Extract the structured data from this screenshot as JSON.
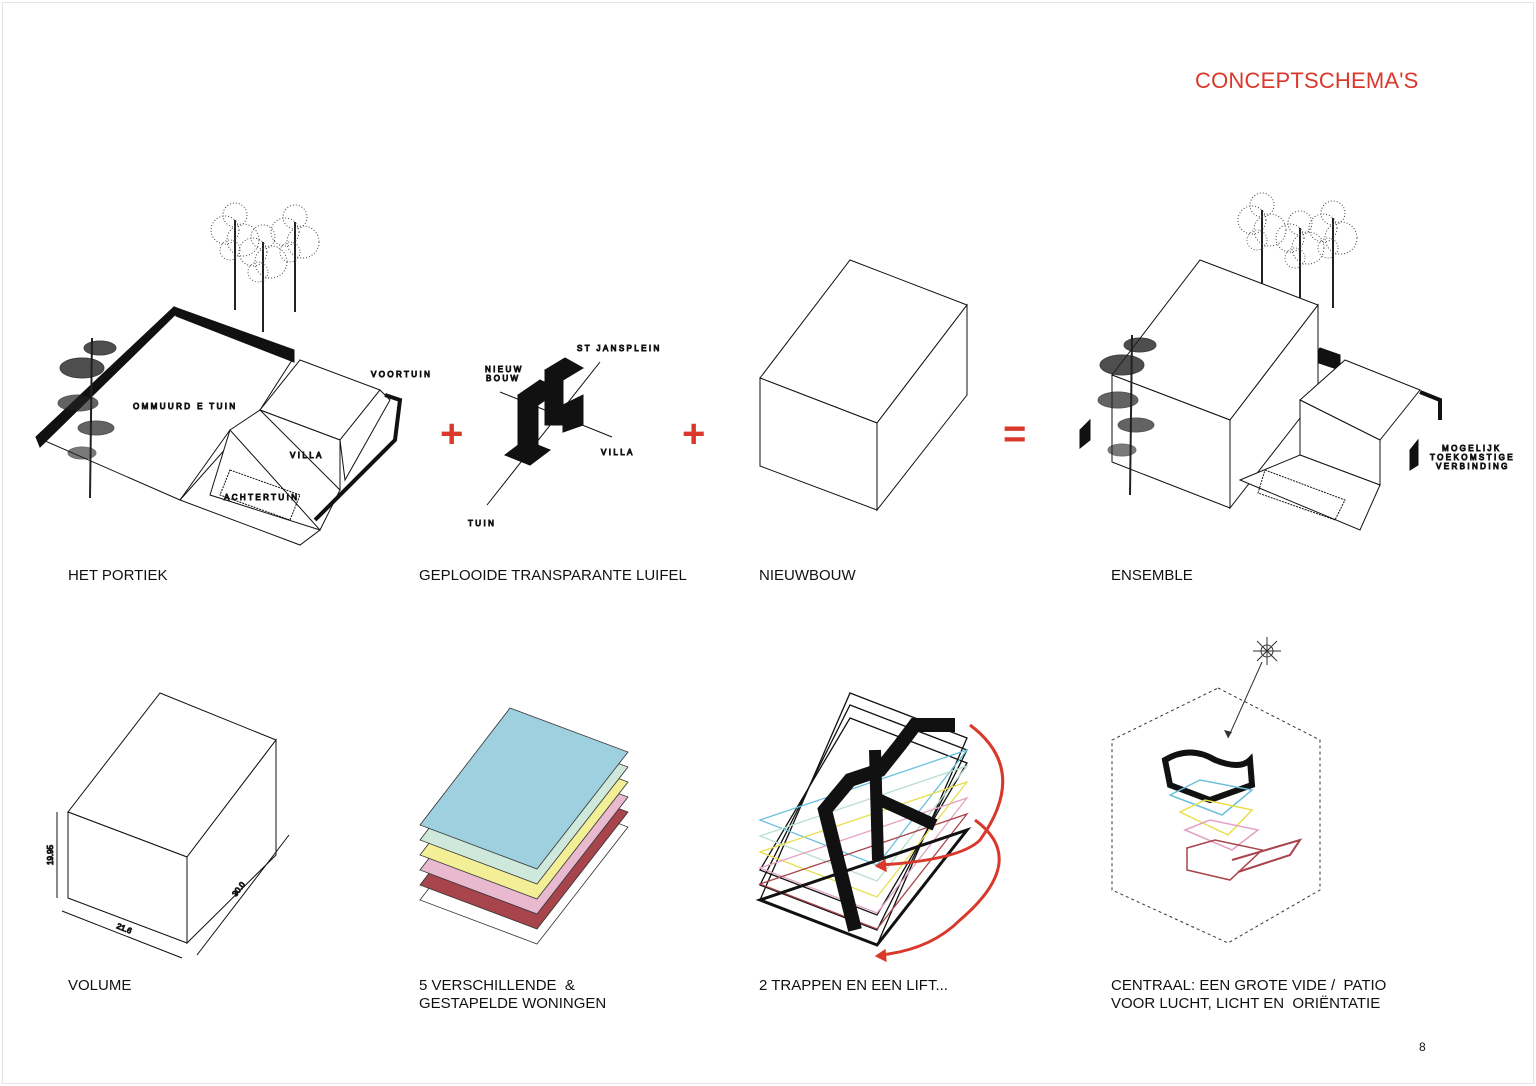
{
  "page": {
    "title": "CONCEPTSCHEMA'S",
    "page_number": "8"
  },
  "colors": {
    "accent": "#d9382b",
    "blue": "#9fd0e0",
    "green": "#cfe8dc",
    "yellow": "#f3ef96",
    "pink": "#e8b9cf",
    "darkred": "#a8444b"
  },
  "operators": {
    "plus1": "+",
    "plus2": "+",
    "equals": "="
  },
  "row1": {
    "portiek": {
      "caption": "HET PORTIEK",
      "labels": {
        "ommuurde_tuin": "OMMUURD E  TUIN",
        "voortuin": "VOORTUIN",
        "villa": "VILLA",
        "achtertuin": "ACHTERTUIN"
      }
    },
    "luifel": {
      "caption": "GEPLOOIDE TRANSPARANTE LUIFEL",
      "labels": {
        "nieuw": "NIEUW",
        "bouw": "BOUW",
        "st_jansplein": "ST JANSPLEIN",
        "villa": "VILLA",
        "tuin": "TUIN"
      }
    },
    "nieuwbouw": {
      "caption": "NIEUWBOUW"
    },
    "ensemble": {
      "caption": "ENSEMBLE",
      "labels": {
        "line1": "MOGELIJK",
        "line2": "TOEKOMSTIGE",
        "line3": "VERBINDING"
      }
    }
  },
  "row2": {
    "volume": {
      "caption": "VOLUME",
      "dims": {
        "height": "19.95",
        "width": "21.6",
        "depth": "30.0"
      }
    },
    "woningen": {
      "caption_line1": "5 VERSCHILLENDE  &",
      "caption_line2": "GESTAPELDE WONINGEN"
    },
    "trappen": {
      "caption": "2 TRAPPEN EN EEN LIFT..."
    },
    "centraal": {
      "caption_line1": "CENTRAAL: EEN GROTE VIDE /  PATIO",
      "caption_line2": "VOOR LUCHT, LICHT EN  ORIËNTATIE"
    }
  }
}
